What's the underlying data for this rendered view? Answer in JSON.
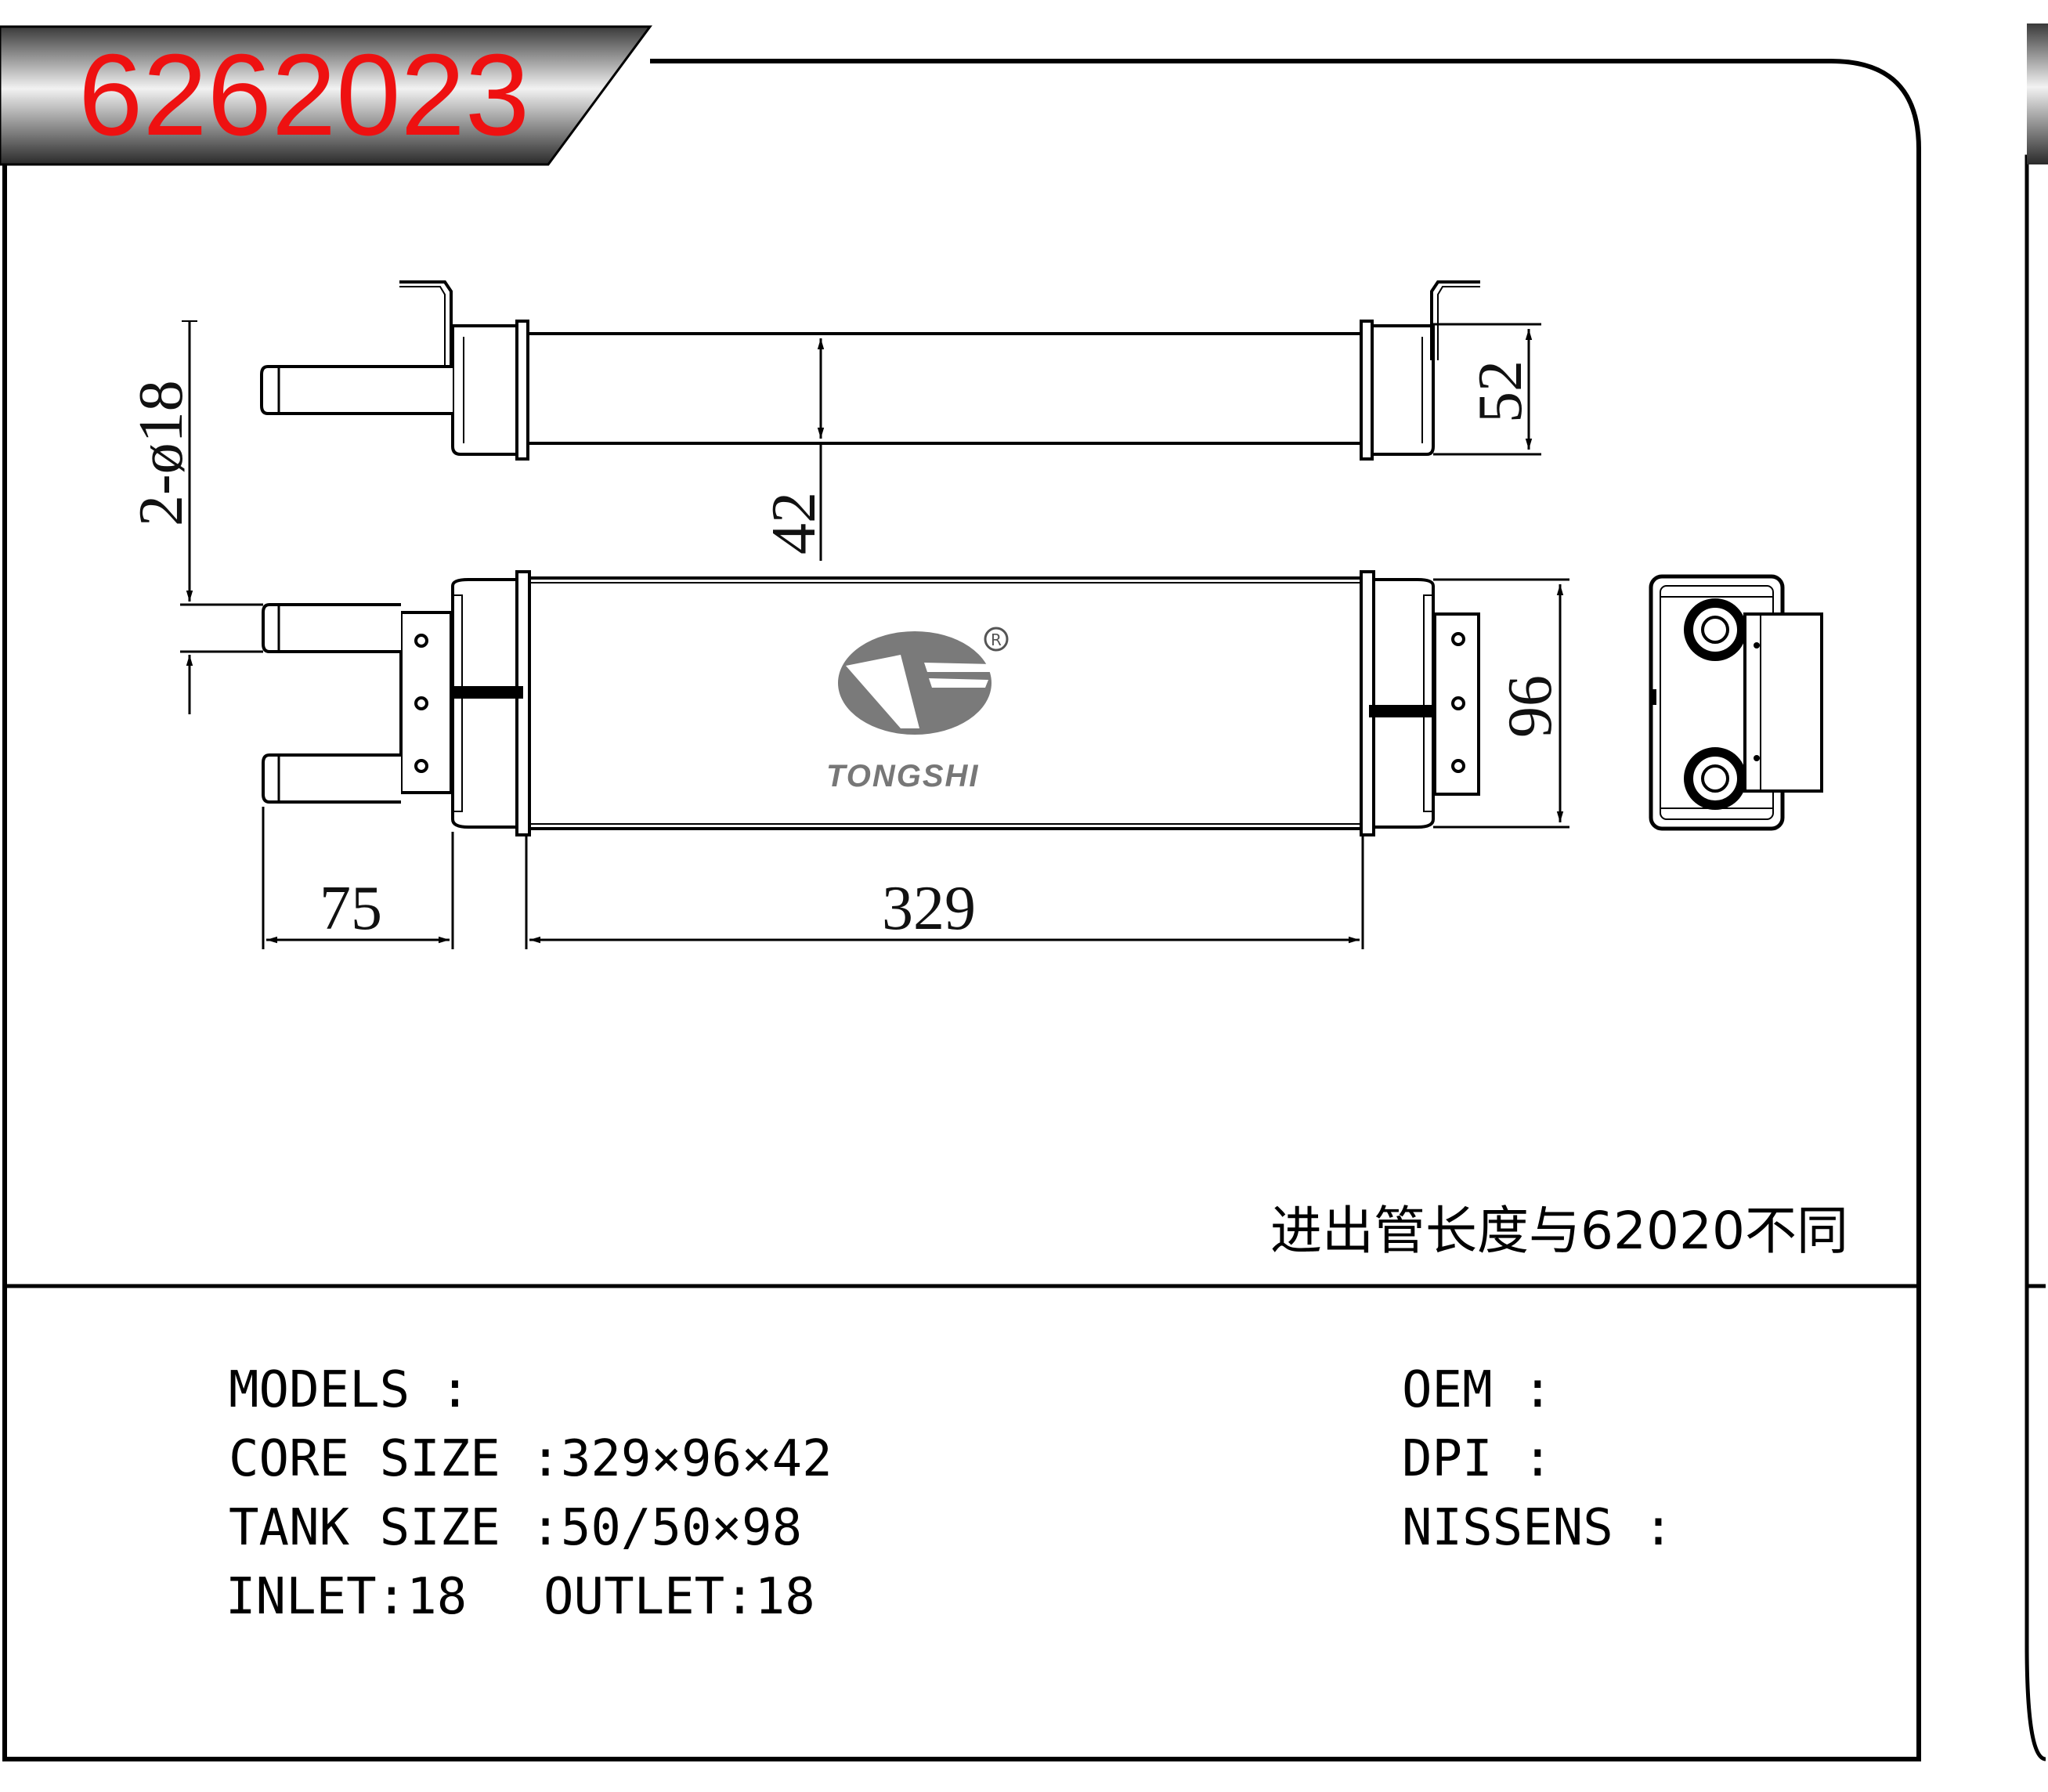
{
  "header": {
    "part_number": "6262023",
    "part_color": "#ee1111"
  },
  "drawing": {
    "dimensions": {
      "pipe_diameter": "2-ø18",
      "core_depth": "42",
      "tank_depth": "52",
      "core_height": "96",
      "pipe_length": "75",
      "core_length": "329"
    },
    "logo": {
      "brand": "TONGSHI",
      "registered_mark": "R"
    },
    "note": "进出管长度与62020不同"
  },
  "specs": {
    "models": "MODELS :",
    "core_size": "CORE SIZE :329×96×42",
    "tank_size": "TANK SIZE :50/50×98",
    "inlet": "INLET:18",
    "outlet": "OUTLET:18",
    "oem": "OEM :",
    "dpi": "DPI :",
    "nissens": "NISSENS :"
  }
}
